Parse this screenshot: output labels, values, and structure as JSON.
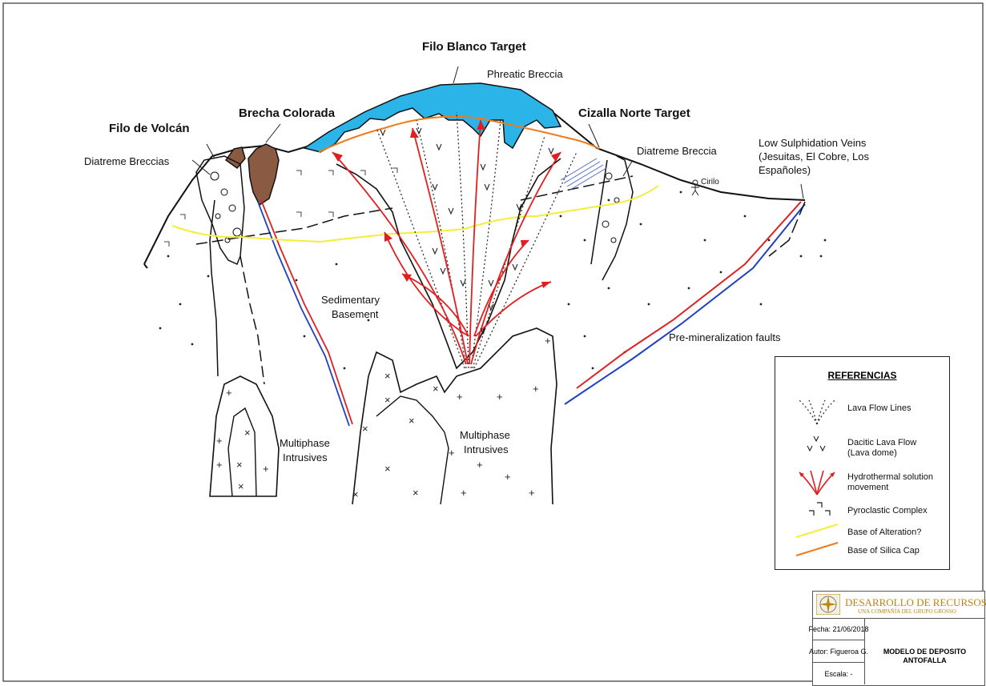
{
  "labels": {
    "filo_blanco": "Filo Blanco Target",
    "phreatic_breccia": "Phreatic Breccia",
    "brecha_colorada": "Brecha Colorada",
    "filo_volcan": "Filo de Volcán",
    "diatreme_breccias": "Diatreme Breccias",
    "cizalla_norte": "Cizalla Norte Target",
    "diatreme_breccia": "Diatreme Breccia",
    "cirilo": "Cirilo",
    "low_sulph_1": "Low Sulphidation Veins",
    "low_sulph_2": "(Jesuitas, El Cobre, Los",
    "low_sulph_3": "Españoles)",
    "sedimentary_1": "Sedimentary",
    "sedimentary_2": "Basement",
    "pre_min_faults": "Pre-mineralization faults",
    "multiphase_left_1": "Multiphase",
    "multiphase_left_2": "Intrusives",
    "multiphase_center_1": "Multiphase",
    "multiphase_center_2": "Intrusives"
  },
  "legend": {
    "title": "REFERENCIAS",
    "items": [
      {
        "label": "Lava Flow Lines",
        "symbol": "dotted-fan"
      },
      {
        "label": "Dacitic Lava Flow",
        "label2": "(Lava dome)",
        "symbol": "v-marks"
      },
      {
        "label": "Hydrothermal solution",
        "label2": "movement",
        "symbol": "red-arrows",
        "color": "#e02020"
      },
      {
        "label": "Pyroclastic Complex",
        "symbol": "corner-marks"
      },
      {
        "label": "Base of Alteration?",
        "symbol": "line",
        "color": "#f2ee3a"
      },
      {
        "label": "Base of Silica Cap",
        "symbol": "line",
        "color": "#f07a1a"
      }
    ]
  },
  "title_block": {
    "company": "DESARROLLO DE RECURSOS S.A.",
    "company_sub": "UNA COMPAÑÍA DEL GRUPO GROSSO",
    "fecha": "Fecha: 21/06/2018",
    "autor": "Autor: Figueroa G.",
    "escala": "Escala: -",
    "title_1": "MODELO DE DEPOSITO",
    "title_2": "ANTOFALLA"
  },
  "colors": {
    "silica_cap": "#2bb4e8",
    "breccia": "#8b5a42",
    "hydrothermal": "#e02020",
    "alteration": "#f2ee3a",
    "silica_base": "#f07a1a",
    "fault_blue": "#2040c0",
    "company_gold": "#b8860b"
  }
}
